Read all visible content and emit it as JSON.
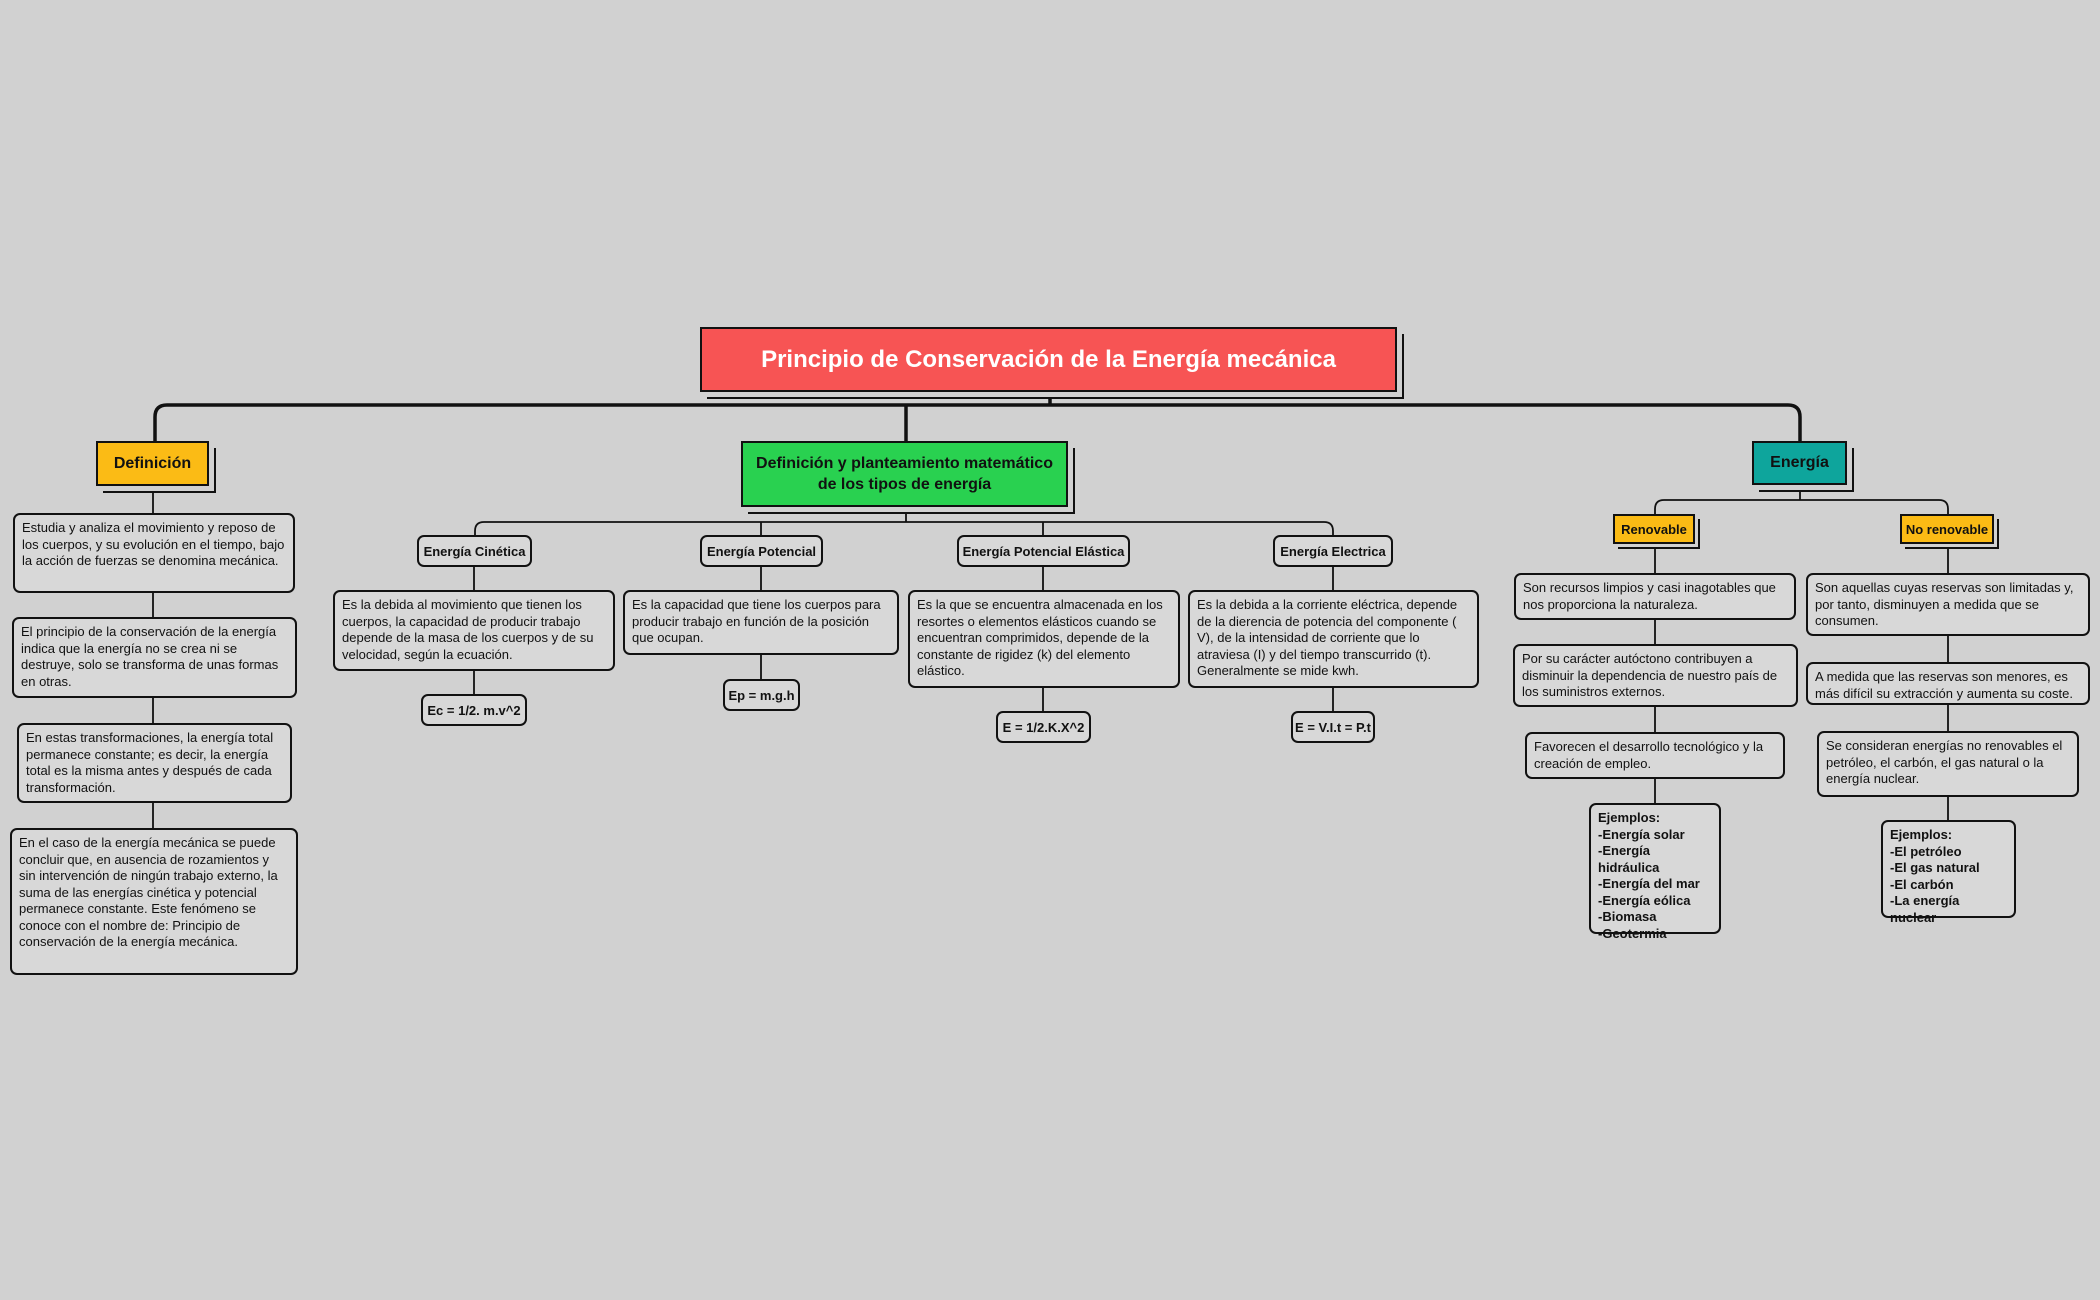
{
  "title": "Principio de Conservación de la Energía mecánica",
  "colors": {
    "background": "#d1d1d1",
    "title_fill": "#f75454",
    "definicion_fill": "#fbbb15",
    "matematico_fill": "#29d150",
    "energia_fill": "#0ea59c",
    "subcategory_fill": "#fbbb15",
    "node_fill": "#d8d8d8"
  },
  "definicion": {
    "label": "Definición",
    "items": [
      "Estudia y analiza el movimiento y reposo de los cuerpos, y su evolución en el tiempo, bajo la acción de fuerzas se denomina mecánica.",
      "El principio de la conservación de la energía indica que la energía no se crea ni se destruye, solo se transforma de unas formas en otras.",
      "En estas transformaciones, la energía total permanece constante; es decir, la energía total es la misma antes y después de cada transformación.",
      "En el caso de la energía mecánica se puede concluir que, en ausencia de rozamientos y sin intervención de ningún trabajo externo, la suma de las energías cinética y potencial permanece constante. Este fenómeno se conoce con el nombre de: Principio de conservación de la energía mecánica."
    ]
  },
  "matematico": {
    "label": "Definición y planteamiento matemático de los tipos de energía",
    "types": [
      {
        "name": "Energía Cinética",
        "description": "Es la debida al movimiento que tienen los cuerpos, la capacidad de producir trabajo depende de la masa de los cuerpos y de su velocidad, según la ecuación.",
        "formula": "Ec = 1/2. m.v^2"
      },
      {
        "name": "Energía Potencial",
        "description": "Es la capacidad que tiene los cuerpos para producir trabajo en función de la posición que ocupan.",
        "formula": "Ep = m.g.h"
      },
      {
        "name": "Energía Potencial Elástica",
        "description": "Es la que se encuentra almacenada en los resortes o elementos elásticos cuando se encuentran comprimidos, depende de la constante de rigidez (k) del elemento elástico.",
        "formula": "E = 1/2.K.X^2"
      },
      {
        "name": "Energía Electrica",
        "description": "Es la debida a la corriente eléctrica, depende de la dierencia de potencia del componente ( V), de la intensidad de corriente que lo atraviesa (I) y del tiempo transcurrido (t). Generalmente se mide kwh.",
        "formula": "E = V.I.t = P.t"
      }
    ]
  },
  "energia": {
    "label": "Energía",
    "renovable": {
      "label": "Renovable",
      "items": [
        "Son recursos limpios y casi inagotables que nos proporciona la naturaleza.",
        "Por su carácter autóctono contribuyen a disminuir la dependencia de nuestro país de los suministros externos.",
        "Favorecen el desarrollo tecnológico y la creación de empleo."
      ],
      "examples": "Ejemplos:\n-Energía solar\n-Energía hidráulica\n-Energía del mar\n-Energía eólica\n-Biomasa\n-Geotermia"
    },
    "no_renovable": {
      "label": "No renovable",
      "items": [
        "Son aquellas cuyas reservas son limitadas y, por tanto, disminuyen a medida que se consumen.",
        "A medida que las reservas son menores, es más difícil su extracción y aumenta su coste.",
        "Se consideran energías no renovables el petróleo, el carbón, el gas natural o la energía nuclear."
      ],
      "examples": "Ejemplos:\n-El petróleo\n-El gas natural\n-El carbón\n-La energía nuclear"
    }
  }
}
